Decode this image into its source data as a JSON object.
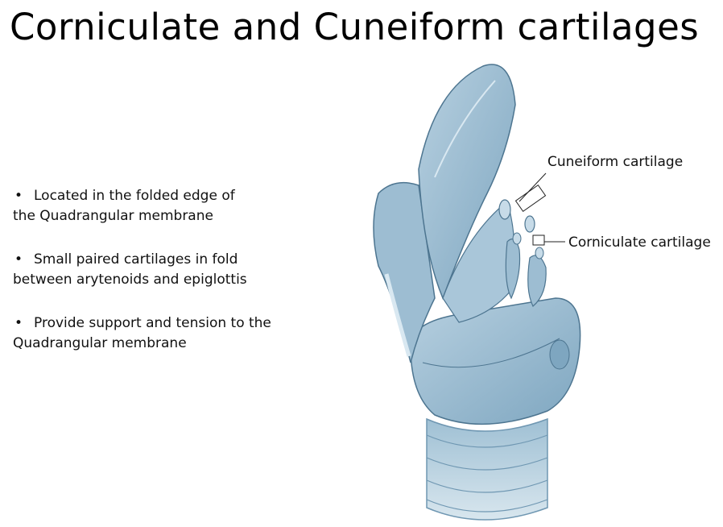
{
  "title": "Corniculate and Cuneiform cartilages",
  "bullets": [
    {
      "marker": "•",
      "text_line1": "Located in the folded edge of",
      "text_line2": "the Quadrangular membrane"
    },
    {
      "marker": "•",
      "text_line1": "Small paired cartilages in fold",
      "text_line2": "between arytenoids and epiglottis"
    },
    {
      "marker": "•",
      "text_line1": "Provide support and tension to the",
      "text_line2": "Quadrangular membrane"
    }
  ],
  "figure": {
    "callouts": {
      "cuneiform": "Cuneiform cartilage",
      "corniculate": "Corniculate cartilage"
    },
    "colors": {
      "cartilage_fill": "#8fb4cc",
      "cartilage_light": "#b7d0e0",
      "cartilage_dark": "#5f8aa6",
      "outline": "#4d7590"
    }
  }
}
